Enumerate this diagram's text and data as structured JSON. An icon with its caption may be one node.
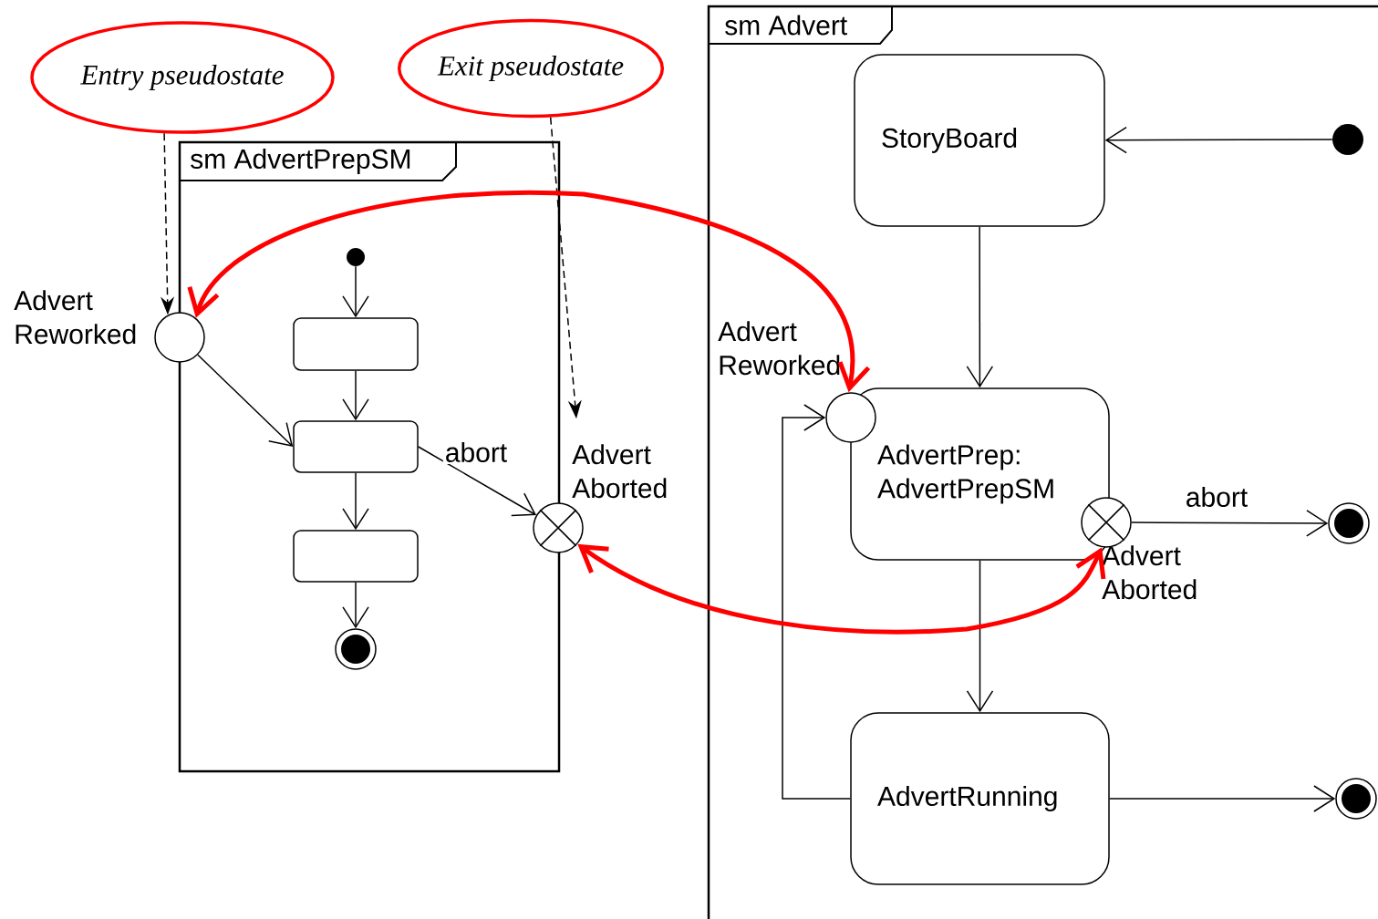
{
  "diagram": {
    "nodes": [
      {
        "text": [
          "Entry pseudostate"
        ]
      },
      {
        "text": [
          "Exit pseudostate"
        ]
      },
      {
        "text": [
          "sm AdvertPrepSM"
        ]
      },
      {
        "text": [],
        "shape": "circle",
        "beside": [
          "Advert Reworked"
        ]
      },
      {
        "text": [],
        "shape": "circle",
        "in": 2
      },
      {
        "text": [],
        "shape": "box",
        "in": 2
      },
      {
        "text": [],
        "shape": "box",
        "in": 2
      },
      {
        "text": [],
        "shape": "box",
        "in": 2
      },
      {
        "text": [],
        "shape": "circle",
        "in": 2
      },
      {
        "text": [],
        "shape": "circle",
        "beside": [
          "Advert Aborted"
        ]
      },
      {
        "text": [
          "sm Advert"
        ]
      },
      {
        "text": [
          "StoryBoard"
        ],
        "in": 10
      },
      {
        "text": [],
        "shape": "circle",
        "in": 10
      },
      {
        "text": [
          "AdvertPrep: AdvertPrepSM"
        ],
        "in": 10
      },
      {
        "text": [],
        "shape": "circle",
        "beside": [
          "Advert Reworked"
        ],
        "in": 10
      },
      {
        "text": [],
        "shape": "circle",
        "beside": [
          "Advert Aborted"
        ],
        "in": 10
      },
      {
        "text": [],
        "shape": "circle",
        "in": 10
      },
      {
        "text": [
          "AdvertRunning"
        ],
        "in": 10
      },
      {
        "text": [],
        "shape": "circle",
        "in": 10
      }
    ],
    "edges": [
      {
        "from": 0,
        "to": 3,
        "arrow": "to",
        "style": "dashed"
      },
      {
        "from": 1,
        "to": 9,
        "arrow": "to",
        "style": "dashed"
      },
      {
        "from": 4,
        "to": 5,
        "arrow": "to"
      },
      {
        "from": 5,
        "to": 6,
        "arrow": "to"
      },
      {
        "from": 3,
        "to": 6,
        "arrow": "to"
      },
      {
        "from": 6,
        "to": 7,
        "arrow": "to"
      },
      {
        "from": 7,
        "to": 8,
        "arrow": "to"
      },
      {
        "from": 6,
        "to": 9,
        "arrow": "to",
        "label": "abort"
      },
      {
        "from": 12,
        "to": 11,
        "arrow": "to"
      },
      {
        "from": 11,
        "to": 13,
        "arrow": "to"
      },
      {
        "from": 15,
        "to": 16,
        "arrow": "to",
        "label": "abort"
      },
      {
        "from": 13,
        "to": 17,
        "arrow": "to"
      },
      {
        "from": 17,
        "to": 18,
        "arrow": "to"
      },
      {
        "from": 17,
        "to": 14,
        "arrow": "to"
      },
      {
        "from": 14,
        "to": 3,
        "arrow": "both",
        "style": "thick",
        "color": "#ff0000"
      },
      {
        "from": 9,
        "to": 15,
        "arrow": "both",
        "style": "thick",
        "color": "#ff0000"
      }
    ]
  }
}
